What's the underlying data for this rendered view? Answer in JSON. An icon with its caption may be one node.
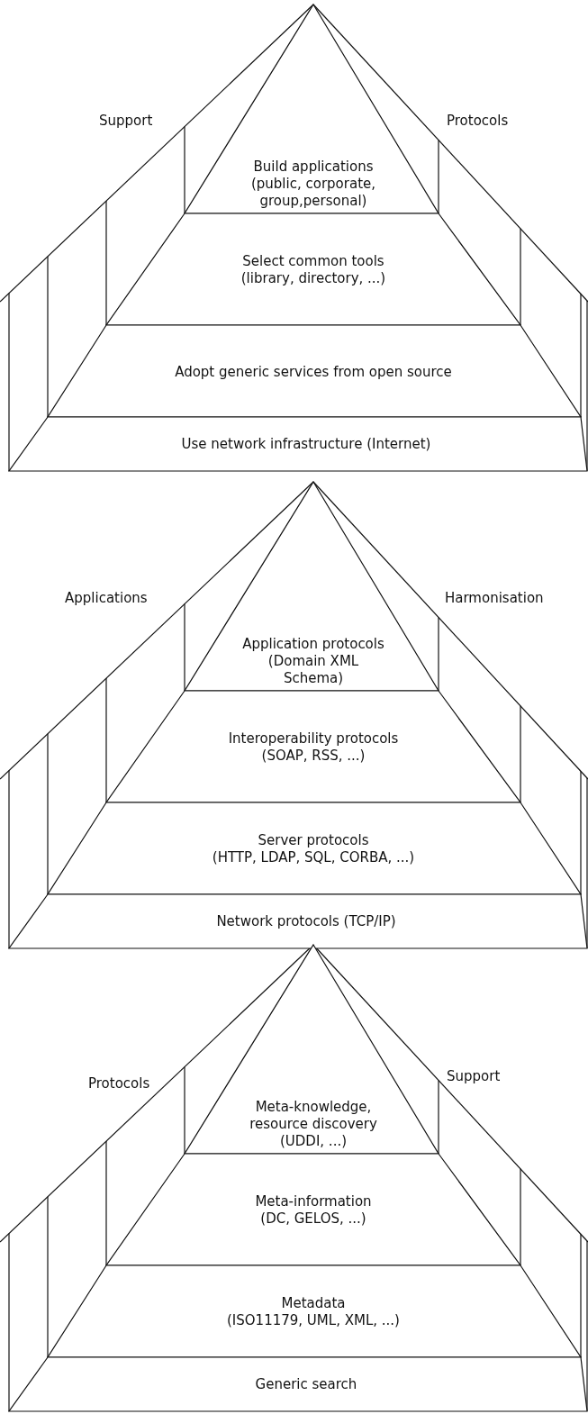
{
  "diagram": {
    "nodes": [
      {
        "text": [
          "Build applications",
          "(public, corporate, group,personal)"
        ]
      },
      {
        "text": [
          "Select common tools",
          "(library, directory, ...)"
        ]
      },
      {
        "text": [
          "Adopt generic services from open source"
        ]
      },
      {
        "text": [
          "Use network infrastructure (Internet)"
        ]
      },
      {
        "text": [
          "Application protocols",
          "(Domain XML Schema)"
        ]
      },
      {
        "text": [
          "Interoperability protocols",
          "(SOAP, RSS, ...)"
        ]
      },
      {
        "text": [
          "Server protocols",
          "(HTTP, LDAP, SQL, CORBA, ...)"
        ]
      },
      {
        "text": [
          "Network protocols (TCP/IP)"
        ]
      },
      {
        "text": [
          "Meta-knowledge, resource discovery",
          "(UDDI, ...)"
        ]
      },
      {
        "text": [
          "Meta-information",
          "(DC, GELOS, ...)"
        ]
      },
      {
        "text": [
          "Metadata",
          "(ISO11179, UML, XML, ...)"
        ]
      },
      {
        "text": [
          "Generic search"
        ]
      }
    ],
    "labels": [
      "Support",
      "Protocols",
      "Applications",
      "Harmonisation",
      "Protocols",
      "Support"
    ]
  }
}
